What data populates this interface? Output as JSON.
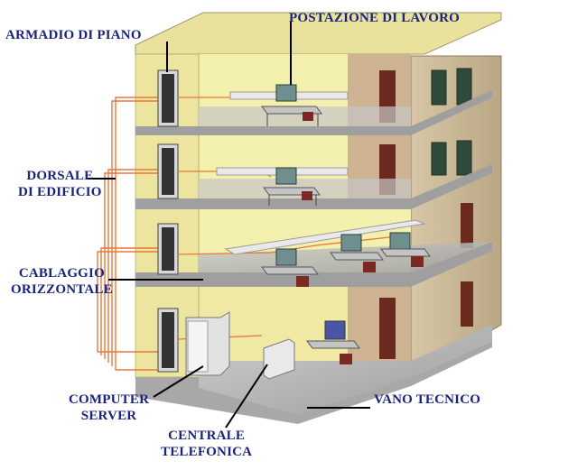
{
  "labels": {
    "armadio_di_piano": "ARMADIO DI PIANO",
    "postazione_di_lavoro": "POSTAZIONE DI LAVORO",
    "dorsale_di_edificio": [
      "DORSALE",
      "DI EDIFICIO"
    ],
    "cablaggio_orizzontale": [
      "CABLAGGIO",
      "ORIZZONTALE"
    ],
    "computer_server": [
      "COMPUTER",
      "SERVER"
    ],
    "centrale_telefonica": [
      "CENTRALE",
      "TELEFONICA"
    ],
    "vano_tecnico": "VANO TECNICO"
  },
  "colors": {
    "label_text": "#1a237e",
    "building_wall": "#f3efad",
    "building_wall_shade": "#e6de93",
    "right_wall": "#c9b89a",
    "floor_slab": "#b8b8b8",
    "floor_edge": "#8e8e8e",
    "cable": "#e8773a",
    "door": "#6b2a1e",
    "leader_line": "#000000"
  }
}
